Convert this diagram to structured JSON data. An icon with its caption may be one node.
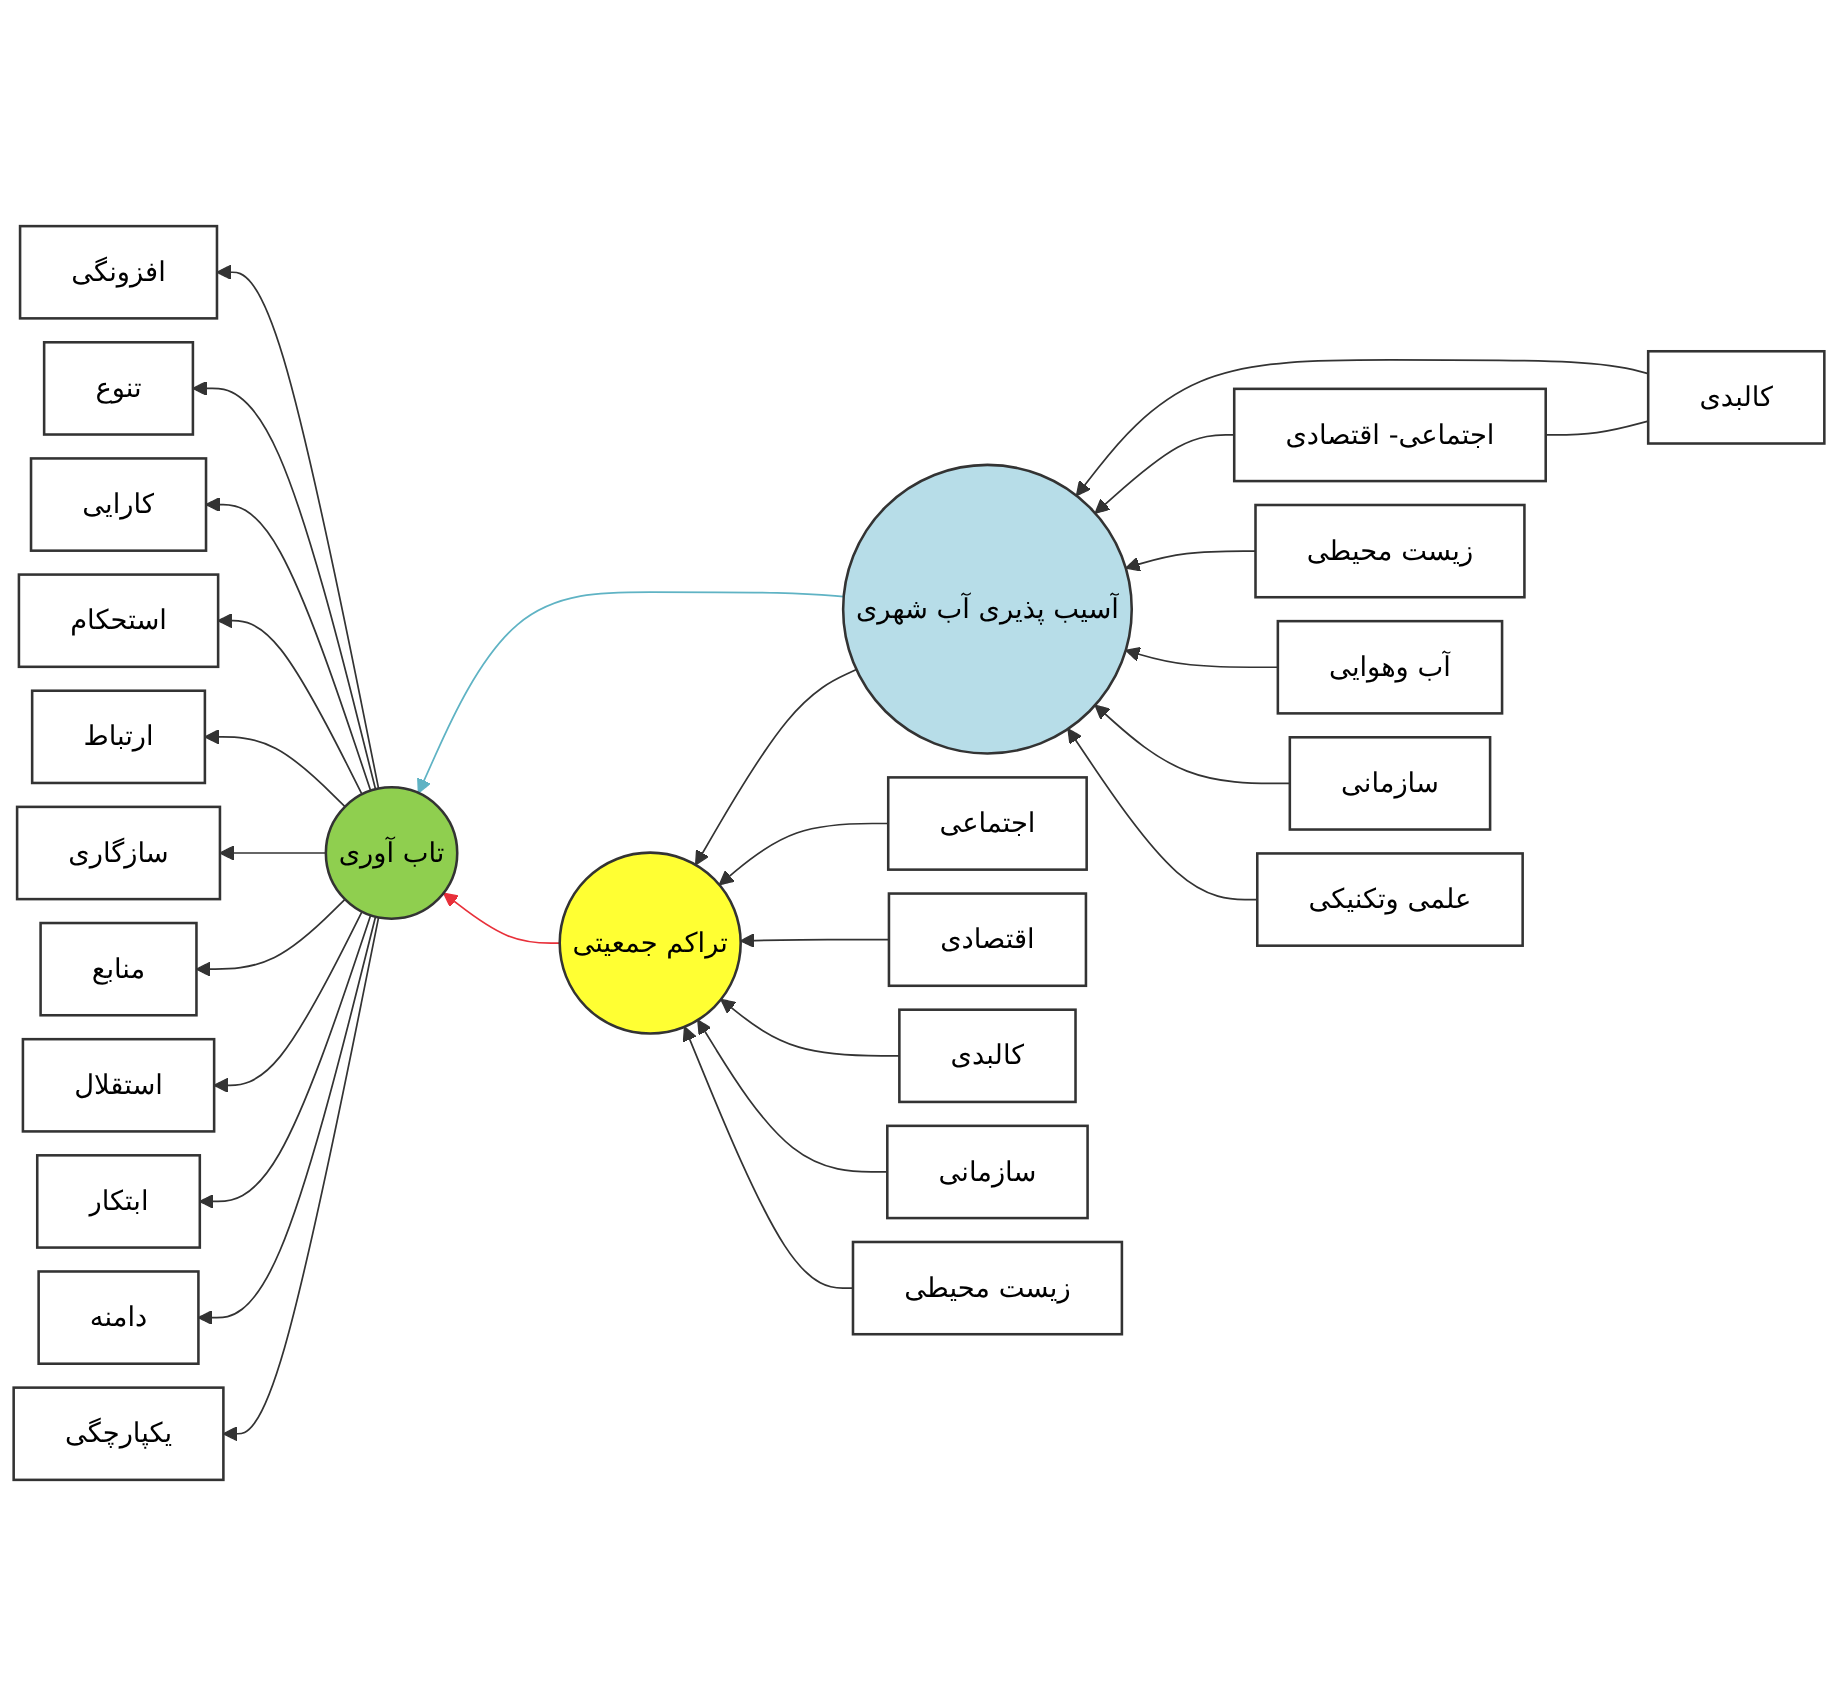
{
  "diagram": {
    "nodes": [
      {
        "text": [
          "کالبدی"
        ]
      },
      {
        "text": [
          "اجتماعی- اقتصادی"
        ]
      },
      {
        "text": [
          "زیست محیطی"
        ]
      },
      {
        "text": [
          "آب وهوایی"
        ]
      },
      {
        "text": [
          "سازمانی"
        ]
      },
      {
        "text": [
          "علمی وتکنیکی"
        ]
      },
      {
        "text": [
          "آسیب پذیری آب شهری"
        ]
      },
      {
        "text": [
          "افزونگی"
        ]
      },
      {
        "text": [
          "تنوع"
        ]
      },
      {
        "text": [
          "کارایی"
        ]
      },
      {
        "text": [
          "استحکام"
        ]
      },
      {
        "text": [
          "ارتباط"
        ]
      },
      {
        "text": [
          "سازگاری"
        ]
      },
      {
        "text": [
          "منابع"
        ]
      },
      {
        "text": [
          "استقلال"
        ]
      },
      {
        "text": [
          "ابتکار"
        ]
      },
      {
        "text": [
          "دامنه"
        ]
      },
      {
        "text": [
          "یکپارچگی"
        ]
      },
      {
        "text": [
          "تاب آوری"
        ]
      },
      {
        "text": [
          "اجتماعی"
        ]
      },
      {
        "text": [
          "اقتصادی"
        ]
      },
      {
        "text": [
          "کالبدی"
        ]
      },
      {
        "text": [
          "سازمانی"
        ]
      },
      {
        "text": [
          "زیست محیطی"
        ]
      },
      {
        "text": [
          "تراکم جمعیتی"
        ]
      }
    ],
    "edges": [
      {
        "from": 0,
        "to": 1,
        "arrow": "none"
      },
      {
        "from": 0,
        "to": 6,
        "arrow": "to"
      },
      {
        "from": 1,
        "to": 6,
        "arrow": "to"
      },
      {
        "from": 2,
        "to": 6,
        "arrow": "to"
      },
      {
        "from": 3,
        "to": 6,
        "arrow": "to"
      },
      {
        "from": 4,
        "to": 6,
        "arrow": "to"
      },
      {
        "from": 5,
        "to": 6,
        "arrow": "to"
      },
      {
        "from": 6,
        "to": 18,
        "arrow": "to",
        "color": "#5fb3c4"
      },
      {
        "from": 6,
        "to": 24,
        "arrow": "to"
      },
      {
        "from": 24,
        "to": 18,
        "arrow": "to",
        "color": "#e8303a"
      },
      {
        "from": 18,
        "to": 7,
        "arrow": "to"
      },
      {
        "from": 18,
        "to": 8,
        "arrow": "to"
      },
      {
        "from": 18,
        "to": 9,
        "arrow": "to"
      },
      {
        "from": 18,
        "to": 10,
        "arrow": "to"
      },
      {
        "from": 18,
        "to": 11,
        "arrow": "to"
      },
      {
        "from": 18,
        "to": 12,
        "arrow": "to"
      },
      {
        "from": 18,
        "to": 13,
        "arrow": "to"
      },
      {
        "from": 18,
        "to": 14,
        "arrow": "to"
      },
      {
        "from": 18,
        "to": 15,
        "arrow": "to"
      },
      {
        "from": 18,
        "to": 16,
        "arrow": "to"
      },
      {
        "from": 18,
        "to": 17,
        "arrow": "to"
      },
      {
        "from": 19,
        "to": 24,
        "arrow": "to"
      },
      {
        "from": 20,
        "to": 24,
        "arrow": "to"
      },
      {
        "from": 21,
        "to": 24,
        "arrow": "to"
      },
      {
        "from": 22,
        "to": 24,
        "arrow": "to"
      },
      {
        "from": 23,
        "to": 24,
        "arrow": "to"
      }
    ]
  }
}
